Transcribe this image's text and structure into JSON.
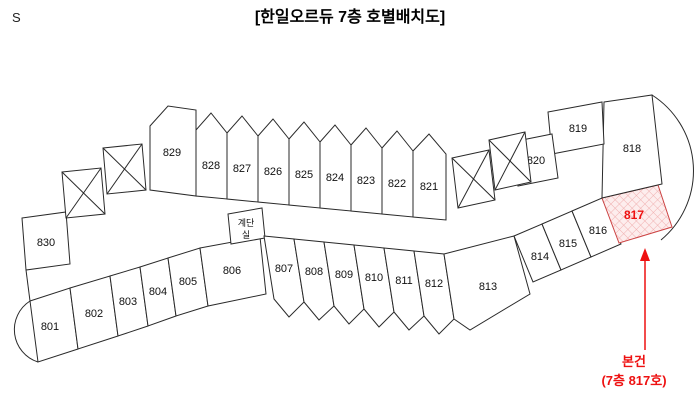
{
  "header": {
    "title": "[한일오르듀 7층 호별배치도]",
    "compass": "S"
  },
  "units": [
    {
      "number": "801"
    },
    {
      "number": "802"
    },
    {
      "number": "803"
    },
    {
      "number": "804"
    },
    {
      "number": "805"
    },
    {
      "number": "806"
    },
    {
      "number": "807"
    },
    {
      "number": "808"
    },
    {
      "number": "809"
    },
    {
      "number": "810"
    },
    {
      "number": "811"
    },
    {
      "number": "812"
    },
    {
      "number": "813"
    },
    {
      "number": "814"
    },
    {
      "number": "815"
    },
    {
      "number": "816"
    },
    {
      "number": "817"
    },
    {
      "number": "818"
    },
    {
      "number": "819"
    },
    {
      "number": "820"
    },
    {
      "number": "821"
    },
    {
      "number": "822"
    },
    {
      "number": "823"
    },
    {
      "number": "824"
    },
    {
      "number": "825"
    },
    {
      "number": "826"
    },
    {
      "number": "827"
    },
    {
      "number": "828"
    },
    {
      "number": "829"
    },
    {
      "number": "830"
    }
  ],
  "stairwell": {
    "line1": "계단",
    "line2": "실"
  },
  "annotation": {
    "title": "본건",
    "subtitle": "(7층 817호)"
  },
  "highlighted_unit": "817",
  "colors": {
    "accent_red": "#ee1111",
    "highlight_fill": "#fdeded",
    "highlight_hatch": "#f0b0b0",
    "highlight_stroke": "#cc4444",
    "wall": "#2a2a2a"
  }
}
